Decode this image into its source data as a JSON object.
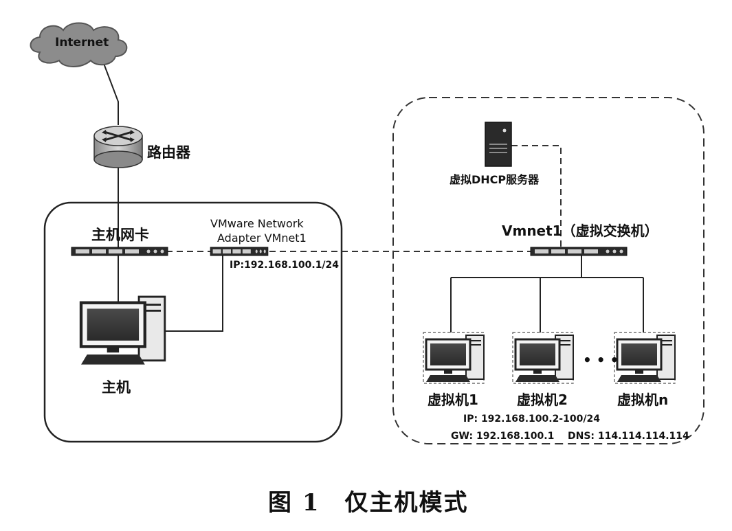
{
  "labels": {
    "internet": "Internet",
    "router": "路由器",
    "host_nic": "主机网卡",
    "vmnet_adapter_line1": "VMware Network",
    "vmnet_adapter_line2": "Adapter VMnet1",
    "host_ip": "IP:192.168.100.1/24",
    "host": "主机",
    "dhcp_server": "虚拟DHCP服务器",
    "vswitch": "Vmnet1（虚拟交换机）",
    "vm1": "虚拟机1",
    "vm2": "虚拟机2",
    "vmn": "虚拟机n",
    "ellipsis": "• • •",
    "vm_ip": "IP: 192.168.100.2-100/24",
    "vm_gw": "GW: 192.168.100.1",
    "vm_dns": "DNS: 114.114.114.114"
  },
  "caption": "图 1　仅主机模式",
  "colors": {
    "line": "#222222",
    "dashed": "#333333",
    "device_dark": "#2a2a2a",
    "cloud": "#8c8c8c",
    "router_body": "#b8b8b8"
  },
  "icons": {
    "internet": "cloud-icon",
    "router": "router-icon",
    "nic": "nic-switch-icon",
    "host": "desktop-computer-icon",
    "server": "server-tower-icon",
    "vm": "desktop-computer-icon"
  }
}
